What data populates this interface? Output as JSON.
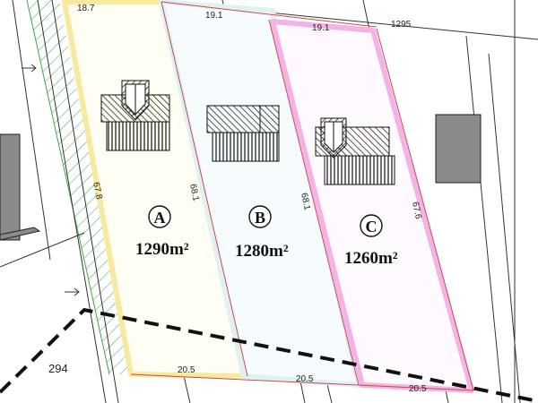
{
  "plan": {
    "colors": {
      "lot_a_border": "#f7e9a0",
      "lot_b_border": "#dff1f3",
      "lot_c_border": "#f2b4e6",
      "lot_edge_red": "#d04848",
      "hatch_green": "#3ea84a",
      "building_gray": "#8a8a8a",
      "boundary": "#111111"
    },
    "parcel_number_top": "1295",
    "parcel_number_bottom": "294",
    "lots": [
      {
        "letter": "A",
        "area": "1290m²",
        "top_width": "18.7",
        "bottom_width": "20.5",
        "side_length": "67.8"
      },
      {
        "letter": "B",
        "area": "1280m²",
        "top_width": "19.1",
        "bottom_width": "20.5",
        "side_length": "68.1"
      },
      {
        "letter": "C",
        "area": "1260m²",
        "top_width": "19.1",
        "bottom_width": "20.5",
        "side_length": "68.1",
        "right_side_length": "67.6"
      }
    ]
  }
}
